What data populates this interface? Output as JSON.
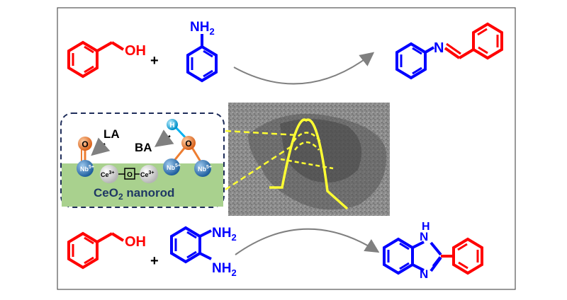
{
  "colors": {
    "alcohol": "#ff0000",
    "amine": "#0000ff",
    "arrow": "#808080",
    "tem_line": "#ffff33",
    "frame": "#555555",
    "nanorod_fill": "#a9d18e",
    "nb": "#2e75b6",
    "oxygen": "#ed7d31",
    "hydrogen": "#00b0f0",
    "ce": "#d9d9d9"
  },
  "scheme_top": {
    "alcohol_group": "OH",
    "plus": "+",
    "amine_group": "NH",
    "amine_sub": "2",
    "product_n": "N"
  },
  "scheme_bottom": {
    "alcohol_group": "OH",
    "plus": "+",
    "amine1": "NH",
    "amine1_sub": "2",
    "amine2": "NH",
    "amine2_sub": "2",
    "product_nh": "H",
    "product_n1": "N",
    "product_n2": "N"
  },
  "catalyst_inset": {
    "la_label": "LA",
    "ba_label": "BA",
    "nb_label": "Nb",
    "nb_charge": "5+",
    "o_label": "O",
    "h_label": "H",
    "ce_label": "Ce",
    "ce_charge": "3+",
    "vacancy_label": "O",
    "support_label_pre": "CeO",
    "support_label_sub": "2",
    "support_label_post": " nanorod"
  }
}
